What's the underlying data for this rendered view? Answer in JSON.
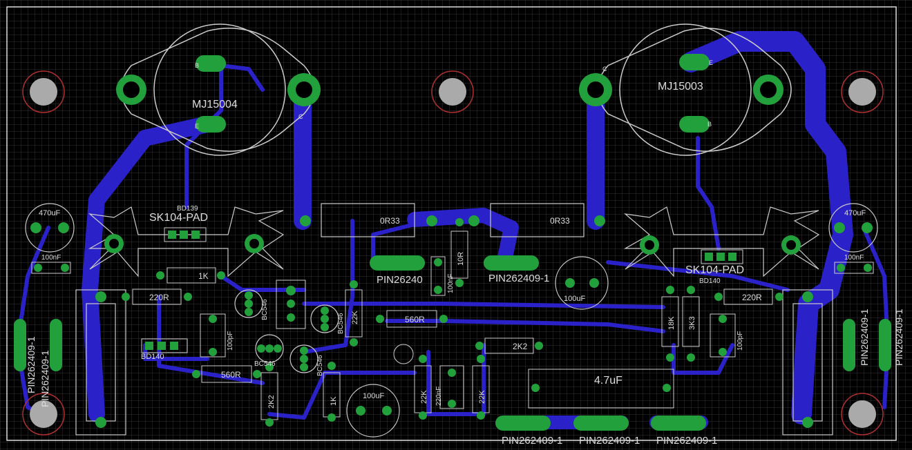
{
  "colors": {
    "background": "#000000",
    "grid": "#3a3a3a",
    "trace": "#2a22c8",
    "pad": "#22a03c",
    "silk": "#d8d8d8",
    "drill": "#9a9a9a",
    "hole_ring": "#b03030"
  },
  "labels": {
    "q1": "MJ15004",
    "q2": "MJ15003",
    "q1_b": "B",
    "q1_e": "E",
    "q1_c": "C",
    "q2_b": "B",
    "q2_e": "E",
    "q2_c": "C",
    "hs_left": "SK104-PAD",
    "hs_right": "SK104-PAD",
    "bd139": "BD139",
    "bd140_left": "BD140",
    "bd140_right": "BD140",
    "cap_left": "470uF",
    "cap_right": "470uF",
    "cap100n_left": "100nF",
    "cap100n_right": "100nF",
    "r_0r33_left": "0R33",
    "r_0r33_right": "0R33",
    "r_1k": "1K",
    "r_220r_left": "220R",
    "r_220r_right": "220R",
    "bc546_a": "BC546",
    "bc546_b": "BC546",
    "bc546_c": "BC546",
    "bc546_d": "BC546",
    "r_22k_a": "22K",
    "r_560r_a": "560R",
    "r_560r_b": "560R",
    "c_100pf_a": "100pF",
    "c_100pf_b": "100pF",
    "r_2k2_a": "2K2",
    "r_2k2_b": "2K2",
    "r_1k_b": "1K",
    "c_100uf_a": "100uF",
    "c_100uf_b": "100uF",
    "r_22k_b": "22K",
    "r_22k_c": "22K",
    "c_220nf": "220nF",
    "c_4u7": "4.7uF",
    "r_10r": "10R",
    "c_100nf_mid": "100nF",
    "r_18k": "18K",
    "r_3k3": "3K3",
    "pin_mid1": "PIN26240",
    "pin_mid2": "PIN262409-1",
    "pin_left_a": "PIN262409-1",
    "pin_left_b": "PIN262409-1",
    "pin_right_a": "PIN262409-1",
    "pin_right_b": "PIN262409-1",
    "pin_bottom_1": "PIN262409-1",
    "pin_bottom_2": "PIN262409-1",
    "pin_bottom_3": "PIN262409-1"
  }
}
